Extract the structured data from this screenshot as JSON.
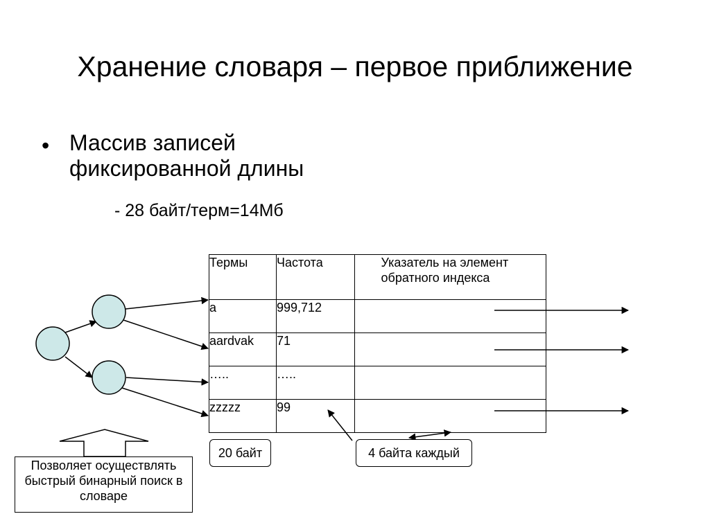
{
  "slide": {
    "title": "Хранение словаря – первое приближение",
    "bullet": "Массив записей фиксированной длины",
    "sub_bullet": "- 28 байт/терм=14Мб"
  },
  "table": {
    "headers": [
      "Термы",
      "Частота",
      "Указатель на элемент обратного индекса"
    ],
    "rows": [
      [
        "a",
        "999,712",
        ""
      ],
      [
        "aardvak",
        "71",
        ""
      ],
      [
        "…..",
        "…..",
        ""
      ],
      [
        "zzzzz",
        "99",
        ""
      ]
    ]
  },
  "labels": {
    "term_size": "20 байт",
    "field_size": "4 байта каждый",
    "tree_note": "Позволяет осуществлять быстрый бинарный поиск в словаре"
  },
  "colors": {
    "tree_node_fill": "#cde8e8",
    "line": "#000000"
  }
}
